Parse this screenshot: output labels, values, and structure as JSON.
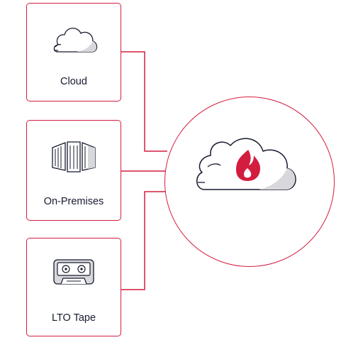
{
  "sources": [
    {
      "label": "Cloud",
      "icon": "cloud-icon"
    },
    {
      "label": "On-Premises",
      "icon": "server-rack-icon"
    },
    {
      "label": "LTO Tape",
      "icon": "tape-cassette-icon"
    }
  ],
  "hub": {
    "icon": "backblaze-flame-cloud-icon"
  },
  "colors": {
    "accent": "#d31d3f",
    "text": "#161a2e",
    "fill": "#d8d8dc"
  }
}
